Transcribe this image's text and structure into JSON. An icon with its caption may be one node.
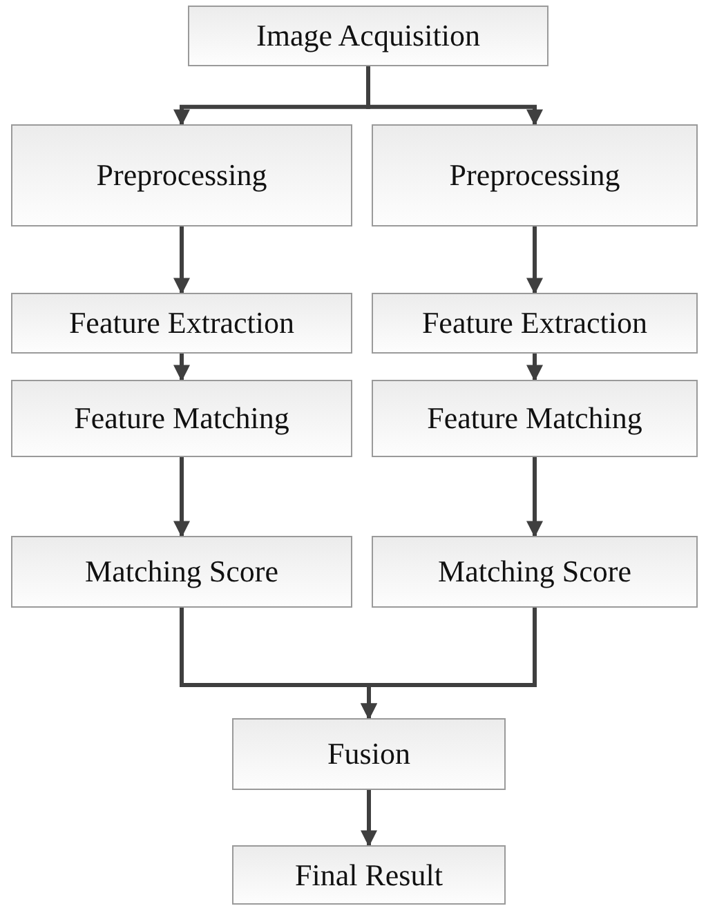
{
  "diagram": {
    "nodes": [
      {
        "text": [
          "Image Acquisition"
        ]
      },
      {
        "text": [
          "Preprocessing"
        ]
      },
      {
        "text": [
          "Preprocessing"
        ]
      },
      {
        "text": [
          "Feature Extraction"
        ]
      },
      {
        "text": [
          "Feature Extraction"
        ]
      },
      {
        "text": [
          "Feature Matching"
        ]
      },
      {
        "text": [
          "Feature Matching"
        ]
      },
      {
        "text": [
          "Matching Score"
        ]
      },
      {
        "text": [
          "Matching Score"
        ]
      },
      {
        "text": [
          "Fusion"
        ]
      },
      {
        "text": [
          "Final Result"
        ]
      }
    ],
    "edges": [
      {
        "from": 0,
        "to": 1,
        "arrow": "to"
      },
      {
        "from": 0,
        "to": 2,
        "arrow": "to"
      },
      {
        "from": 1,
        "to": 3,
        "arrow": "to"
      },
      {
        "from": 2,
        "to": 4,
        "arrow": "to"
      },
      {
        "from": 3,
        "to": 5,
        "arrow": "to"
      },
      {
        "from": 4,
        "to": 6,
        "arrow": "to"
      },
      {
        "from": 5,
        "to": 7,
        "arrow": "to"
      },
      {
        "from": 6,
        "to": 8,
        "arrow": "to"
      },
      {
        "from": 7,
        "to": 9,
        "arrow": "to"
      },
      {
        "from": 8,
        "to": 9,
        "arrow": "to"
      },
      {
        "from": 9,
        "to": 10,
        "arrow": "to"
      }
    ]
  }
}
